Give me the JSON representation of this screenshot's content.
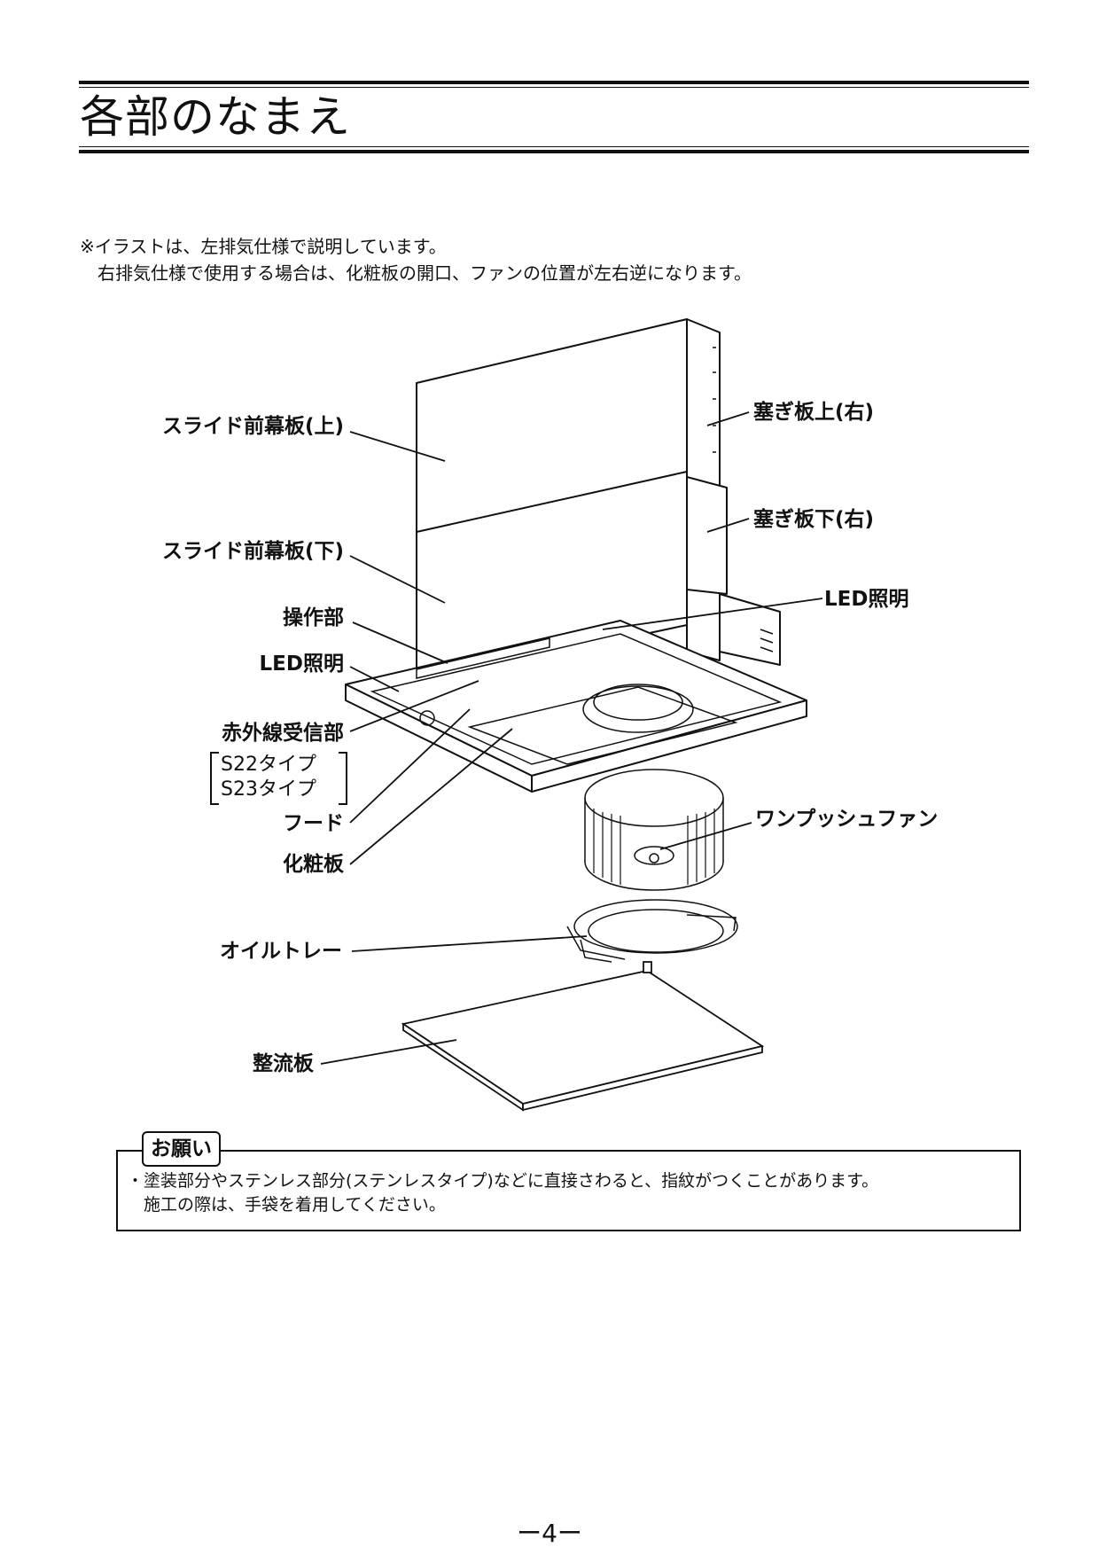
{
  "title": "各部のなまえ",
  "notes": [
    "※イラストは、左排気仕様で説明しています。",
    "　右排気仕様で使用する場合は、化粧板の開口、ファンの位置が左右逆になります。"
  ],
  "labels": {
    "slide_upper": "スライド前幕板(上)",
    "slide_lower": "スライド前幕板(下)",
    "operation": "操作部",
    "led_left": "LED照明",
    "ir_receiver": "赤外線受信部",
    "type_s22": "S22タイプ",
    "type_s23": "S23タイプ",
    "hood": "フード",
    "decor_panel": "化粧板",
    "oil_tray": "オイルトレー",
    "baffle": "整流板",
    "block_upper": "塞ぎ板上(右)",
    "block_lower": "塞ぎ板下(右)",
    "led_right": "LED照明",
    "fan": "ワンプッシュファン"
  },
  "notice": {
    "heading": "お願い",
    "lines": [
      "・塗装部分やステンレス部分(ステンレスタイプ)などに直接さわると、指紋がつくことがあります。",
      "　施工の際は、手袋を着用してください。"
    ]
  },
  "page_number": "ー4ー"
}
